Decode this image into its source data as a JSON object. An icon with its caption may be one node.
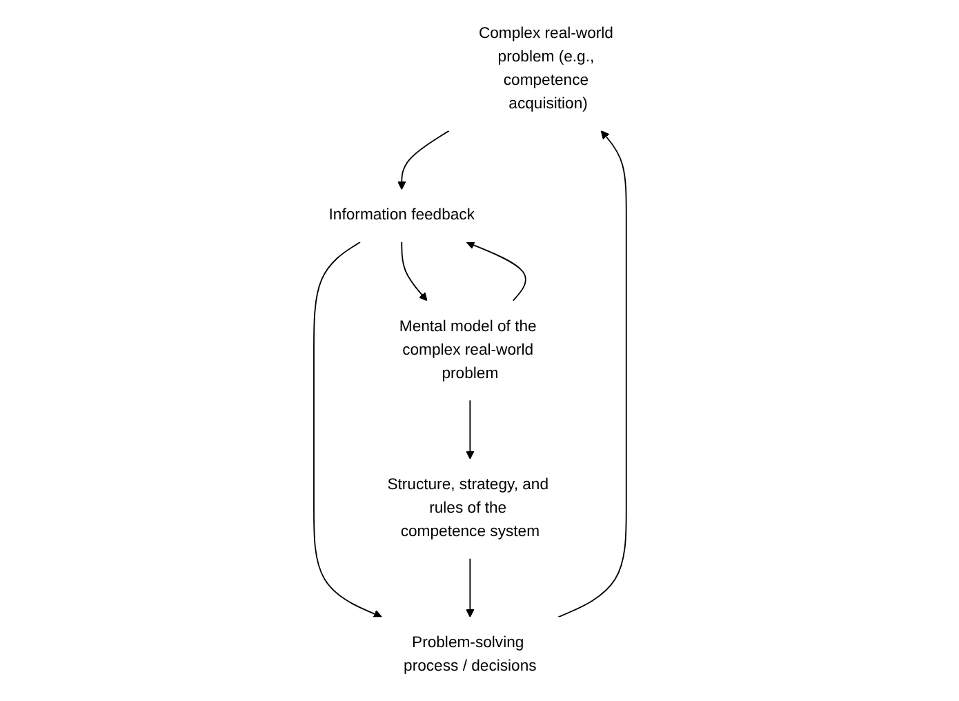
{
  "diagram": {
    "nodes": [
      {
        "text": [
          "Complex real-world problem (e.g., competence acquisition)"
        ]
      },
      {
        "text": [
          "Information feedback"
        ]
      },
      {
        "text": [
          "Problem-solving process / decisions"
        ]
      },
      {
        "text": [
          "Mental model of the complex real-world problem"
        ]
      },
      {
        "text": [
          "Structure, strategy, and rules of the competence system"
        ]
      }
    ],
    "edges": [
      {
        "from": 0,
        "to": 1,
        "arrow": "to"
      },
      {
        "from": 1,
        "to": 2,
        "arrow": "to"
      },
      {
        "from": 2,
        "to": 0,
        "arrow": "to"
      },
      {
        "from": 1,
        "to": 3,
        "arrow": "to"
      },
      {
        "from": 3,
        "to": 1,
        "arrow": "to"
      },
      {
        "from": 3,
        "to": 4,
        "arrow": "to"
      },
      {
        "from": 4,
        "to": 2,
        "arrow": "to"
      }
    ]
  }
}
